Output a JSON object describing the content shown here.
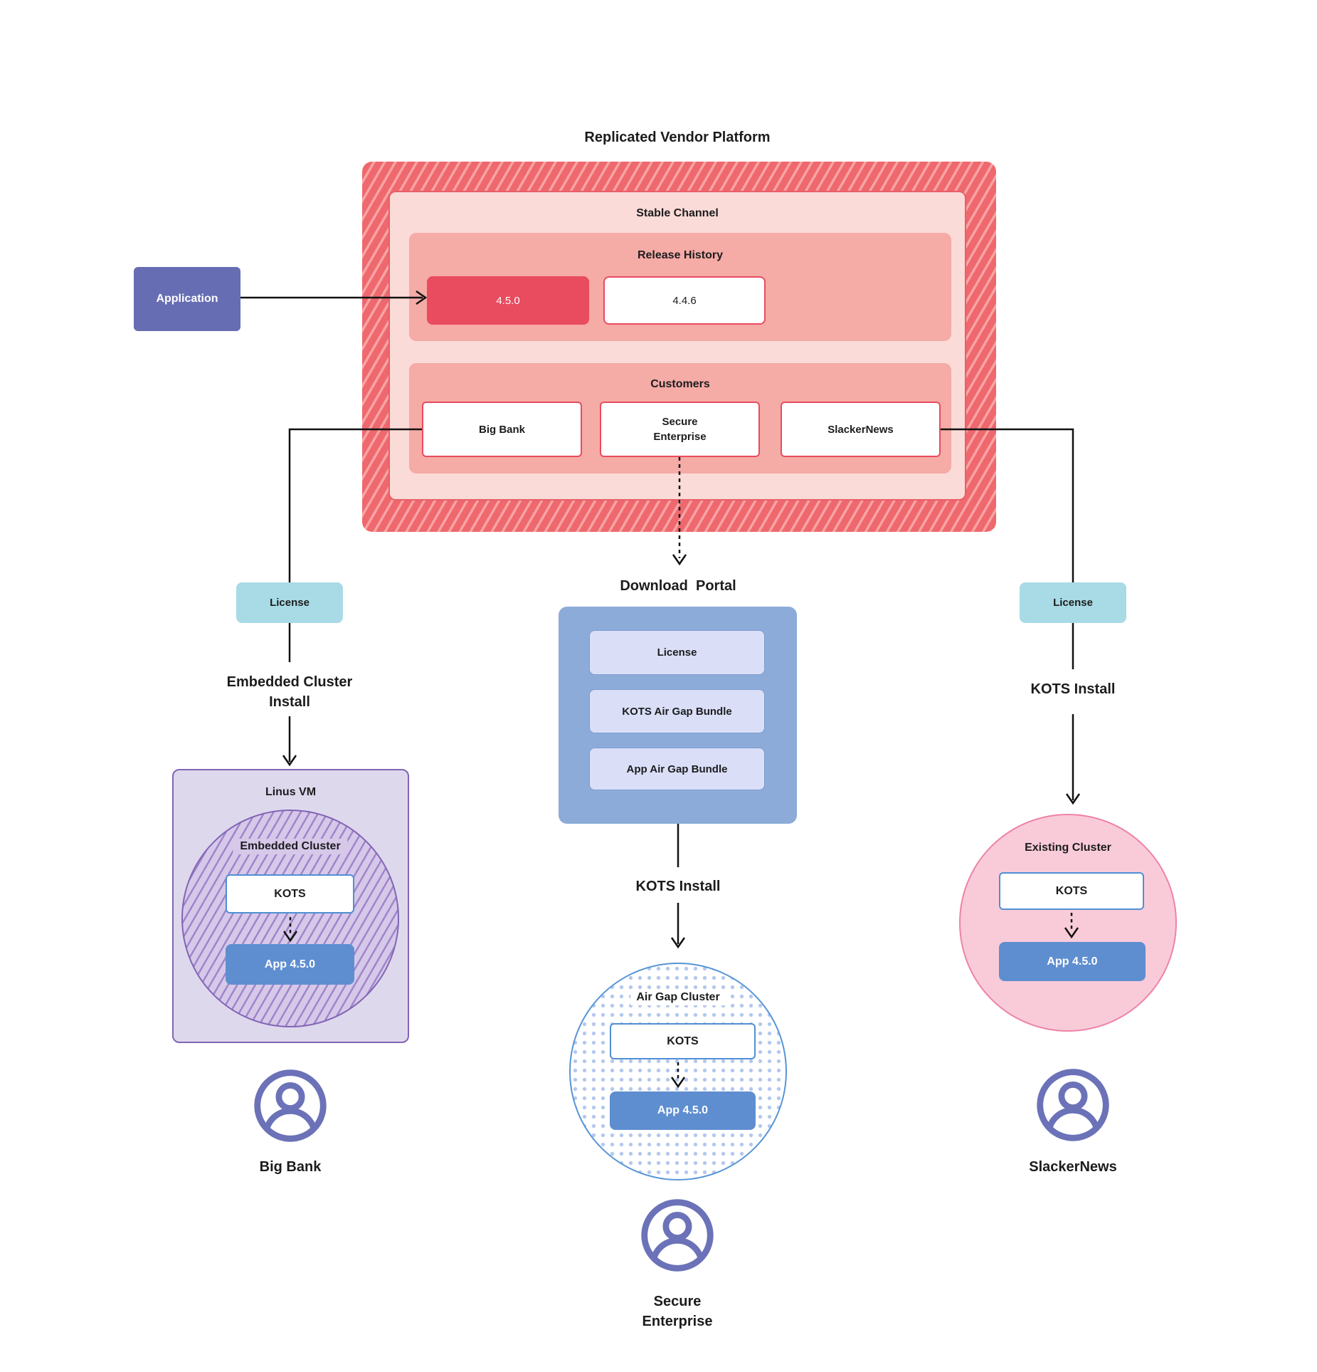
{
  "title": "Replicated Vendor Platform",
  "application": {
    "label": "Application"
  },
  "platform": {
    "stable_channel_label": "Stable Channel",
    "release_history": {
      "label": "Release History",
      "releases": [
        "4.5.0",
        "4.4.6"
      ]
    },
    "customers": {
      "label": "Customers",
      "items": [
        "Big Bank",
        "Secure\nEnterprise",
        "SlackerNews"
      ]
    }
  },
  "download_portal": {
    "label": "Download  Portal",
    "items": [
      "License",
      "KOTS Air Gap Bundle",
      "App Air Gap Bundle"
    ]
  },
  "left_branch": {
    "license_label": "License",
    "install_label": "Embedded Cluster\nInstall",
    "vm_title": "Linus VM",
    "cluster_title": "Embedded Cluster",
    "kots_label": "KOTS",
    "app_label": "App 4.5.0",
    "persona": "Big Bank"
  },
  "middle_branch": {
    "install_label": "KOTS Install",
    "cluster_title": "Air Gap Cluster",
    "kots_label": "KOTS",
    "app_label": "App 4.5.0",
    "persona": "Secure\nEnterprise"
  },
  "right_branch": {
    "license_label": "License",
    "install_label": "KOTS Install",
    "cluster_title": "Existing Cluster",
    "kots_label": "KOTS",
    "app_label": "App 4.5.0",
    "persona": "SlackerNews"
  },
  "colors": {
    "hatch_red_base": "#ee686d",
    "hatch_red_stripe": "#f8a3a4",
    "stable_channel_bg": "#fbdbd7",
    "salmon_bg": "#f5aba6",
    "release_current_bg": "#e94b5f",
    "application_bg": "#666db3",
    "license_bg": "#a8dbe5",
    "portal_bg": "#8cabd9",
    "portal_item_bg": "#dadff7",
    "app_box_bg": "#5e8ed0",
    "vm_bg": "#ded8ed",
    "vm_border": "#8165b5",
    "embedded_circle_bg": "#d6c8e9",
    "existing_circle_bg": "#f9cbd9",
    "existing_circle_border": "#ee82a8",
    "person_icon": "#6b72b8",
    "line_color": "#111111"
  }
}
